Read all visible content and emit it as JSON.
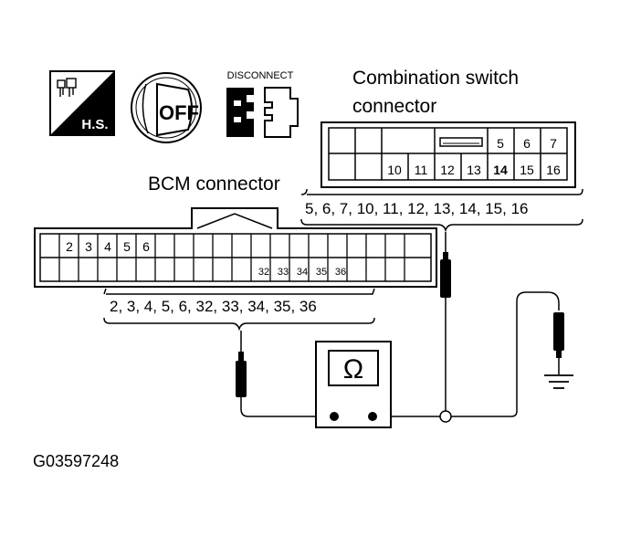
{
  "icons": {
    "hs_label": "H.S.",
    "off_label": "OFF",
    "disconnect_label": "DISCONNECT"
  },
  "combination_switch": {
    "title_line1": "Combination switch",
    "title_line2": "connector",
    "top_pins": [
      "5",
      "6",
      "7"
    ],
    "bottom_pins": [
      "10",
      "11",
      "12",
      "13",
      "14",
      "15",
      "16"
    ],
    "pins_label": "5, 6, 7, 10, 11, 12, 13, 14, 15, 16"
  },
  "bcm": {
    "title": "BCM connector",
    "top_pins": [
      "2",
      "3",
      "4",
      "5",
      "6"
    ],
    "bottom_pins": [
      "32",
      "33",
      "34",
      "35",
      "36"
    ],
    "pins_label": "2, 3, 4, 5, 6, 32, 33, 34, 35, 36"
  },
  "ohmmeter": {
    "symbol": "Ω",
    "icon": "ohm-meter-icon"
  },
  "ground": {
    "icon": "ground-symbol-icon"
  },
  "figure_code": "G03597248"
}
